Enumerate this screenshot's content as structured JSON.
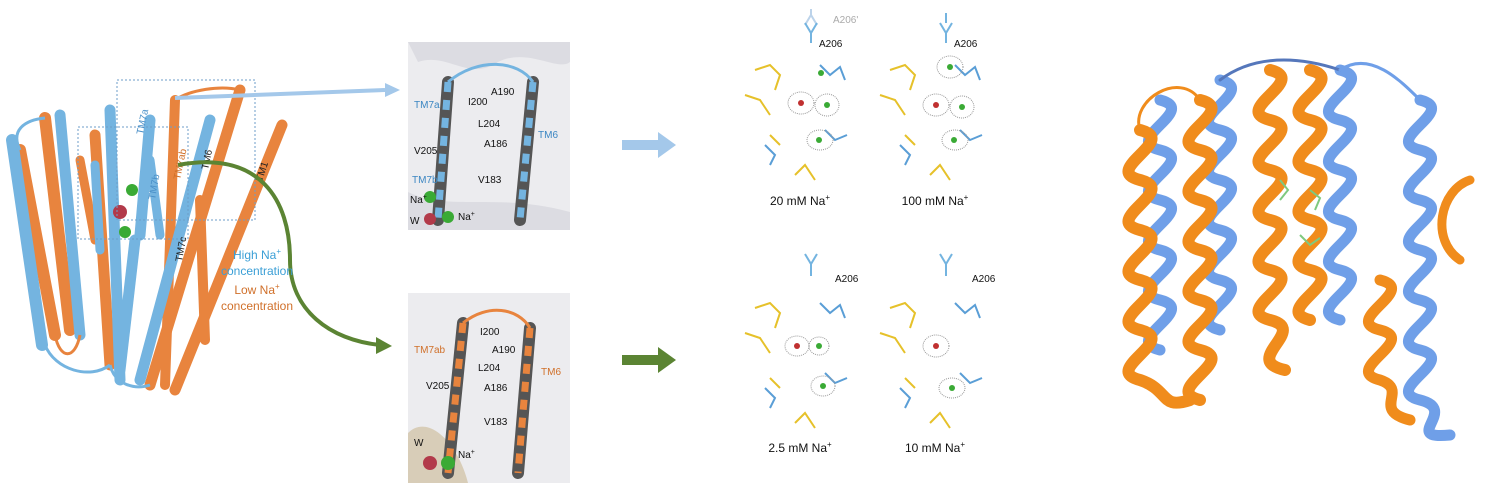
{
  "colors": {
    "high": "#74b4e0",
    "low": "#e8843e",
    "arrow_high": "#a4c8ea",
    "arrow_low": "#5b8433",
    "ion_na": "#3aaa35",
    "water": "#b23a4a",
    "carbon_yellow": "#e6c12a",
    "ribbon_blue": "#6f9fe8",
    "ribbon_orange": "#f08c1c"
  },
  "overview": {
    "helix_labels": {
      "tm7a": "TM7a",
      "tm7ab": "TM7ab",
      "tm6": "TM6",
      "tm1": "TM1",
      "tm7b": "TM7b",
      "tm7c": "TM7c"
    },
    "legend": {
      "high_line1": "High Na",
      "high_sup": "+",
      "high_line2": "concentration",
      "low_line1": "Low Na",
      "low_sup": "+",
      "low_line2": "concentration"
    }
  },
  "zoom_high": {
    "labels": {
      "tm7a": "TM7a",
      "i200": "I200",
      "a190": "A190",
      "l204": "L204",
      "tm6": "TM6",
      "a186": "A186",
      "v205": "V205",
      "v183": "V183",
      "tm7b": "TM7b",
      "na1": "Na",
      "na_sup1": "+",
      "w": "W",
      "na2": "Na",
      "na_sup2": "+"
    }
  },
  "zoom_low": {
    "labels": {
      "i200": "I200",
      "tm7ab": "TM7ab",
      "a190": "A190",
      "l204": "L204",
      "tm6": "TM6",
      "v205": "V205",
      "a186": "A186",
      "v183": "V183",
      "w": "W",
      "na": "Na",
      "na_sup": "+"
    }
  },
  "density_panels": {
    "top_left": {
      "residue": "A206",
      "residue_alt": "A206'",
      "caption_value": "20 mM Na",
      "caption_sup": "+"
    },
    "top_right": {
      "residue": "A206",
      "caption_value": "100 mM Na",
      "caption_sup": "+"
    },
    "bottom_left": {
      "residue": "A206",
      "caption_value": "2.5 mM Na",
      "caption_sup": "+"
    },
    "bottom_right": {
      "residue": "A206",
      "caption_value": "10 mM Na",
      "caption_sup": "+"
    }
  }
}
